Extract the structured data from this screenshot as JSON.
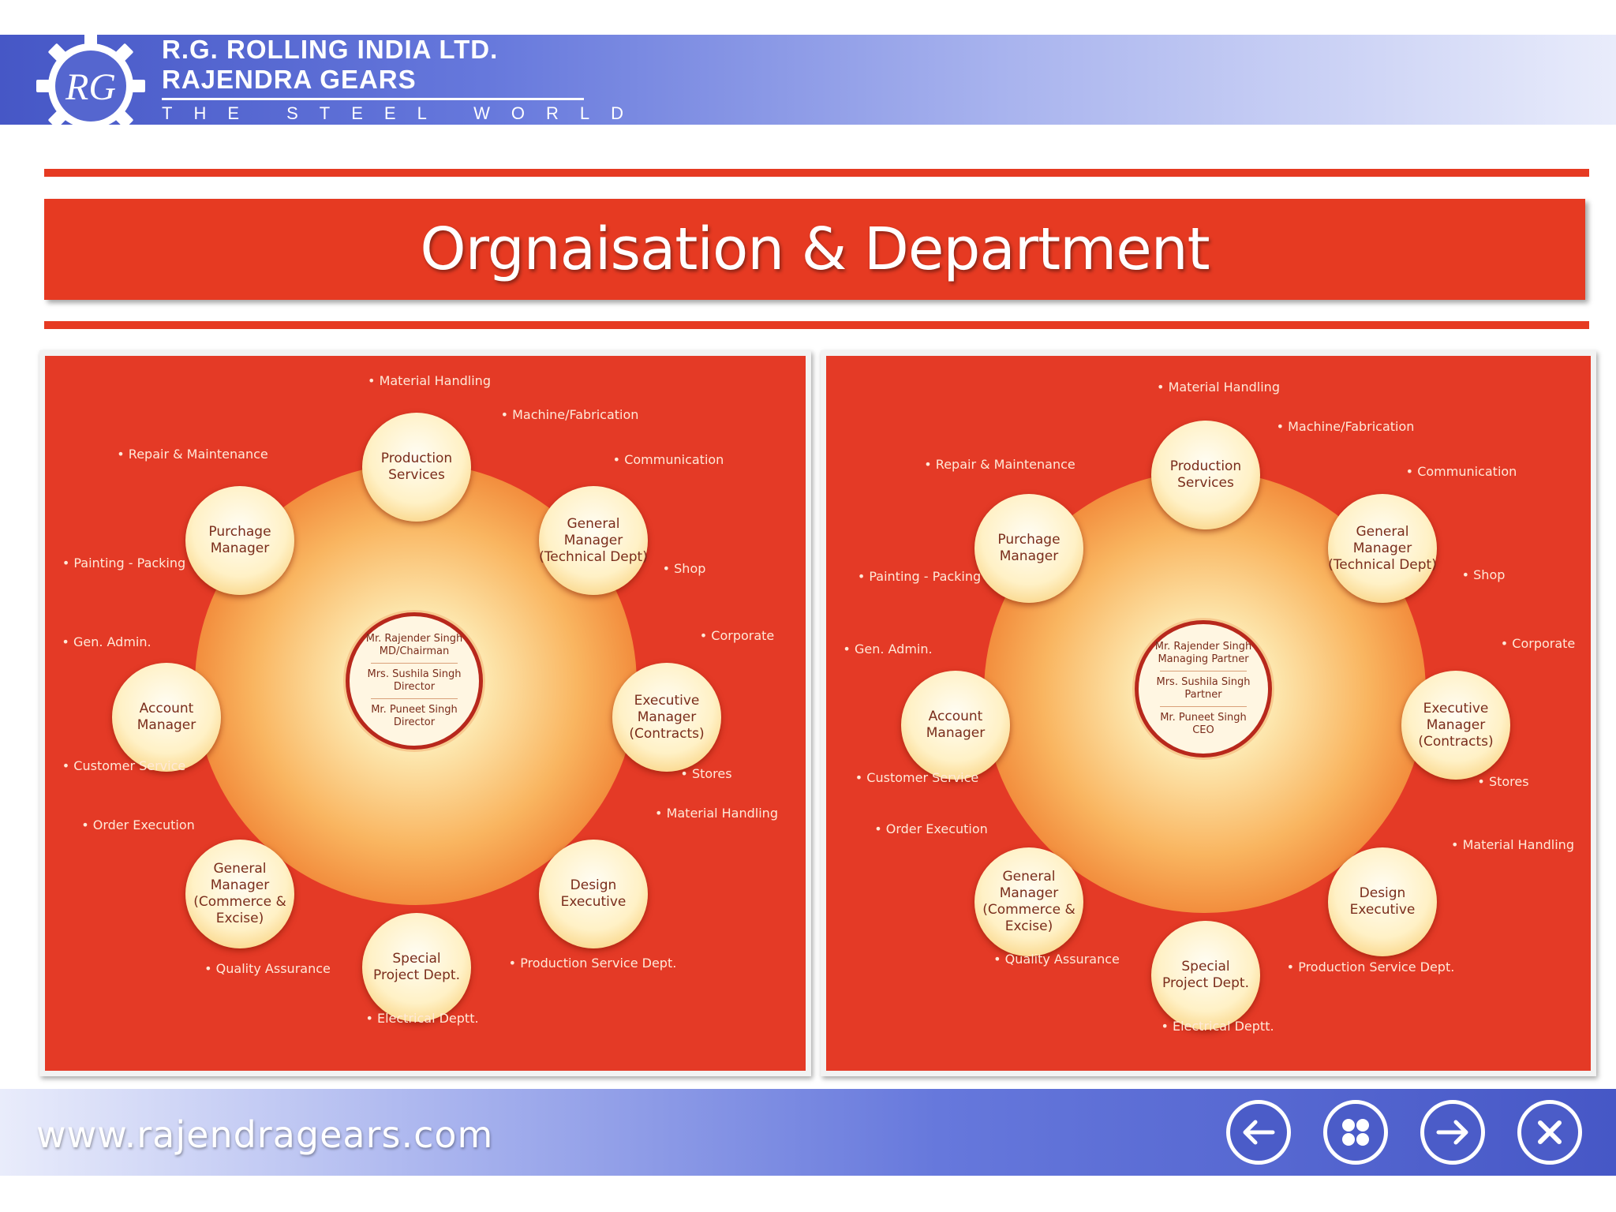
{
  "header": {
    "logo_text": "RG",
    "company_line1": "R.G. ROLLING INDIA LTD.",
    "company_line2": "RAJENDRA GEARS",
    "tagline": "THE STEEL WORLD"
  },
  "title": "Orgnaisation & Department",
  "panels": [
    {
      "center": [
        "Mr. Rajender Singh\nMD/Chairman",
        "Mrs. Sushila Singh\nDirector",
        "Mr. Puneet Singh\nDirector"
      ],
      "nodes": [
        "Production\nServices",
        "General\nManager\n(Technical Dept)",
        "Executive\nManager\n(Contracts)",
        "Design\nExecutive",
        "Special\nProject Dept.",
        "General\nManager\n(Commerce &\nExcise)",
        "Account\nManager",
        "Purchage\nManager"
      ],
      "labels": [
        "Material Handling",
        "Machine/Fabrication",
        "Communication",
        "Shop",
        "Corporate",
        "Stores",
        "Material Handling",
        "Production Service Dept.",
        "Electrical Deptt.",
        "Quality Assurance",
        "Order Execution",
        "Customer Service",
        "Gen. Admin.",
        "Painting - Packing",
        "Repair & Maintenance"
      ]
    },
    {
      "center": [
        "Mr. Rajender Singh\nManaging Partner",
        "Mrs. Sushila Singh\nPartner",
        "Mr. Puneet Singh\nCEO"
      ],
      "nodes": [
        "Production\nServices",
        "General\nManager\n(Technical Dept)",
        "Executive\nManager\n(Contracts)",
        "Design\nExecutive",
        "Special\nProject Dept.",
        "General\nManager\n(Commerce &\nExcise)",
        "Account\nManager",
        "Purchage\nManager"
      ],
      "labels": [
        "Material Handling",
        "Machine/Fabrication",
        "Communication",
        "Shop",
        "Corporate",
        "Stores",
        "Material Handling",
        "Production Service Dept.",
        "Electrical Deptt.",
        "Quality Assurance",
        "Order Execution",
        "Customer Service",
        "Gen. Admin.",
        "Painting - Packing",
        "Repair & Maintenance"
      ]
    }
  ],
  "footer": {
    "website": "www.rajendragears.com",
    "nav": [
      {
        "name": "back",
        "icon": "arrow-left-icon"
      },
      {
        "name": "menu",
        "icon": "grid-dots-icon"
      },
      {
        "name": "next",
        "icon": "arrow-right-icon"
      },
      {
        "name": "close",
        "icon": "close-icon"
      }
    ]
  },
  "colors": {
    "accent_red": "#e63a22",
    "header_blue": "#4657c6"
  }
}
